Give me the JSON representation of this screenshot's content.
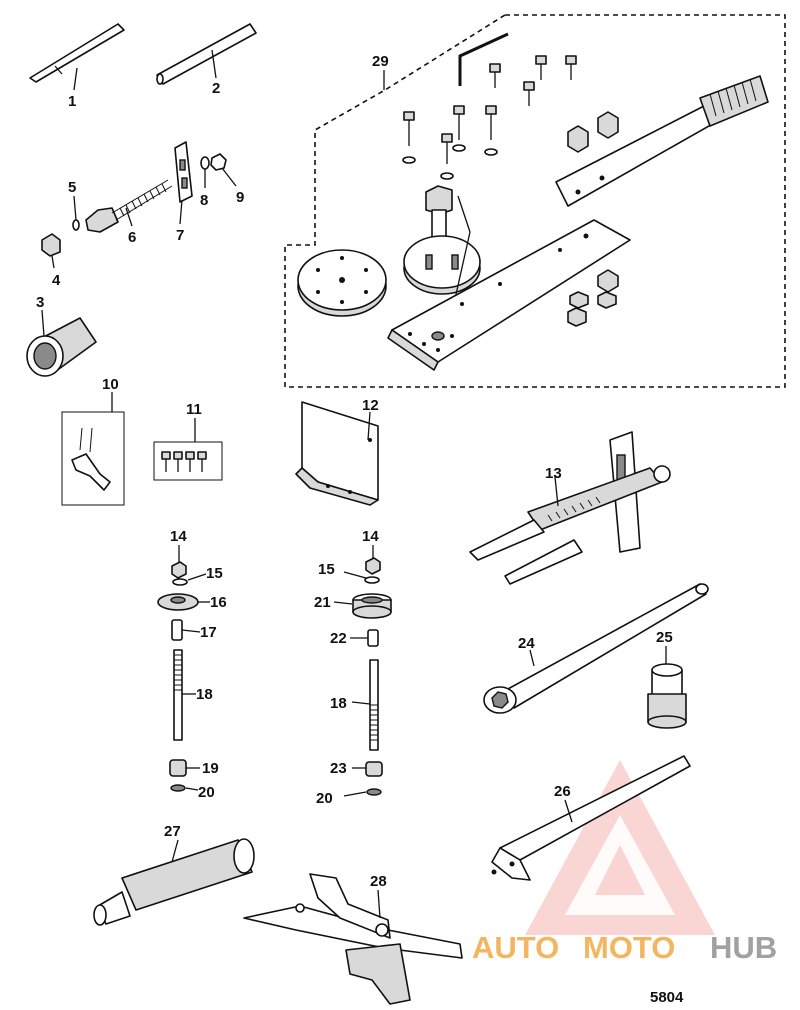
{
  "diagram_number": "5804",
  "watermark": {
    "part1": "AUTO",
    "part2": "MOTO",
    "part3": "HUB",
    "colors": {
      "red": "#e84a4a",
      "orange": "#f2a33a",
      "gray": "#8a8a8a"
    }
  },
  "labels": {
    "c1": "1",
    "c2": "2",
    "c3": "3",
    "c4": "4",
    "c5": "5",
    "c6": "6",
    "c7": "7",
    "c8": "8",
    "c9": "9",
    "c10": "10",
    "c11": "11",
    "c12": "12",
    "c13": "13",
    "c14a": "14",
    "c14b": "14",
    "c15a": "15",
    "c15b": "15",
    "c16": "16",
    "c17": "17",
    "c18a": "18",
    "c18b": "18",
    "c19": "19",
    "c20a": "20",
    "c20b": "20",
    "c21": "21",
    "c22": "22",
    "c23": "23",
    "c24": "24",
    "c25": "25",
    "c26": "26",
    "c27": "27",
    "c28": "28",
    "c29": "29"
  }
}
